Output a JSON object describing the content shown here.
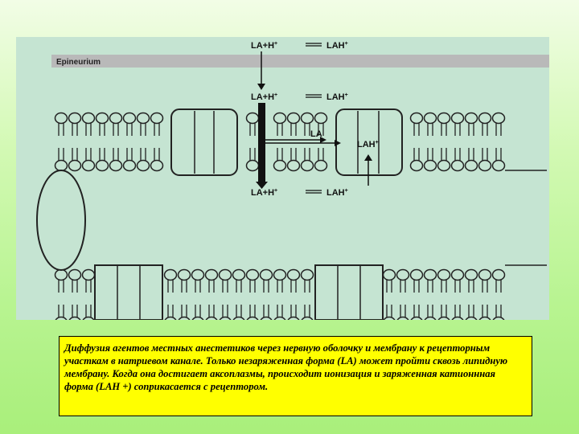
{
  "diagram": {
    "region_label": "Epineurium",
    "equations": [
      {
        "left": "LA+H",
        "left_sup": "+",
        "right": "LAH",
        "right_sup": "+"
      },
      {
        "left": "LA+H",
        "left_sup": "+",
        "right": "LAH",
        "right_sup": "+"
      },
      {
        "left": "LA+H",
        "left_sup": "+",
        "right": "LAH",
        "right_sup": "+"
      }
    ],
    "channel_label_neutral": "LA",
    "channel_label_charged": "LAH",
    "channel_label_charged_sup": "+"
  },
  "caption": {
    "text": "Диффузия агентов местных анестетиков через нервную оболочку и мембрану к рецепторным участкам в натриевом канале. Только незаряженная форма (LA) может пройти сквозь липидную мембрану. Когда она достигает аксоплазмы, происходит ионизация и заряженная катионнная форма (LAH +) соприкасается с рецептором."
  }
}
